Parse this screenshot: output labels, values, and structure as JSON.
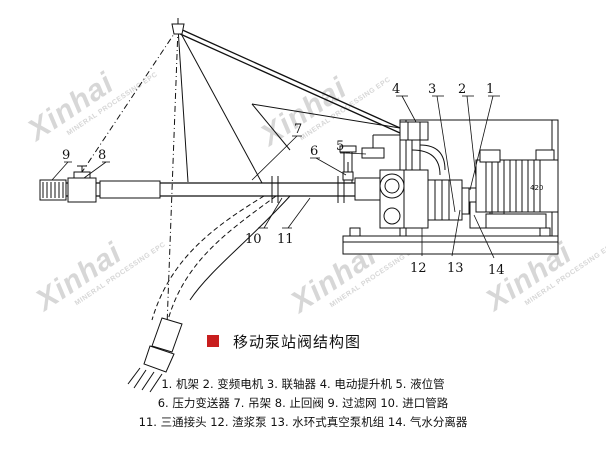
{
  "watermark": {
    "brand": "Xinhai",
    "tagline": "MINERAL PROCESSING EPC"
  },
  "callouts": [
    "1",
    "2",
    "3",
    "4",
    "5",
    "6",
    "7",
    "8",
    "9",
    "10",
    "11",
    "12",
    "13",
    "14"
  ],
  "title": "移动泵站阀结构图",
  "legend": {
    "line1": "1. 机架  2. 变频电机  3. 联轴器  4. 电动提升机  5. 液位管",
    "line2": "6. 压力变送器  7. 吊架  8. 止回阀  9. 过滤网  10. 进口管路",
    "line3": "11. 三通接头  12. 渣浆泵  13. 水环式真空泵机组  14. 气水分离器"
  },
  "motor_plate": "420",
  "colors": {
    "title_marker": "#c81e1e",
    "line": "#111111",
    "watermark": "#d7d7d7"
  }
}
